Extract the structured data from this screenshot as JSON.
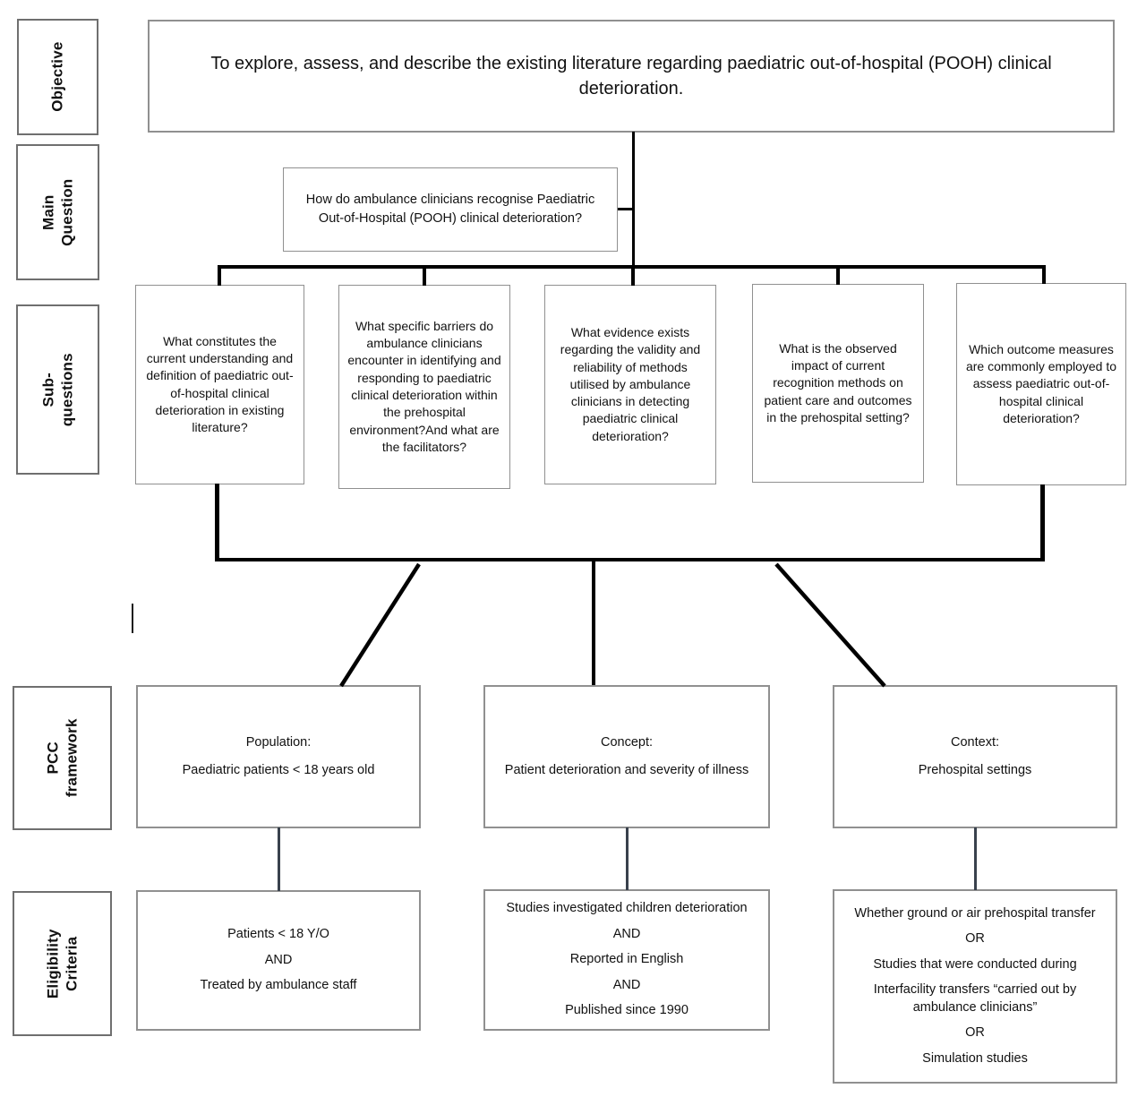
{
  "row_labels": {
    "objective": "Objective",
    "main_question": "Main\nQuestion",
    "sub_questions": "Sub-questions",
    "pcc": "PCC\nframework",
    "eligibility": "Eligibility\nCriteria"
  },
  "objective": {
    "text": "To explore, assess, and describe the existing literature regarding paediatric out-of-hospital (POOH) clinical deterioration."
  },
  "main_question": {
    "text": "How do ambulance clinicians recognise Paediatric Out-of-Hospital (POOH) clinical deterioration?"
  },
  "sub_questions": [
    {
      "text": "What constitutes the current understanding and definition of paediatric out-of-hospital clinical deterioration in existing literature?"
    },
    {
      "text": "What specific barriers do ambulance clinicians encounter in identifying and responding to paediatric clinical deterioration within the prehospital environment?And what are the facilitators?"
    },
    {
      "text": "What evidence exists regarding the validity and reliability of methods utilised by ambulance clinicians in detecting paediatric clinical deterioration?"
    },
    {
      "text": "What is the observed impact of current recognition methods on patient care and outcomes in the prehospital setting?"
    },
    {
      "text": "Which outcome measures are commonly employed to assess paediatric out-of-hospital clinical deterioration?"
    }
  ],
  "pcc_framework": [
    {
      "title": "Population:",
      "detail": "Paediatric patients < 18 years old"
    },
    {
      "title": "Concept:",
      "detail": "Patient deterioration and severity of illness"
    },
    {
      "title": "Context:",
      "detail": "Prehospital settings"
    }
  ],
  "eligibility_criteria": [
    {
      "lines": [
        "Patients < 18 Y/O",
        "AND",
        "Treated by ambulance staff"
      ]
    },
    {
      "lines": [
        "Studies investigated  children deterioration",
        "AND",
        "Reported in English",
        "AND",
        "Published since 1990"
      ]
    },
    {
      "lines": [
        "Whether ground or air prehospital transfer",
        "OR",
        "Studies that were conducted during",
        "Interfacility transfers “carried out by ambulance clinicians”",
        "OR",
        "Simulation studies"
      ]
    }
  ],
  "colors": {
    "tree_line": "#000000",
    "pcc_connector": "#39414d",
    "box_border": "#909090",
    "label_border": "#6f6f6f",
    "text": "#111111"
  }
}
